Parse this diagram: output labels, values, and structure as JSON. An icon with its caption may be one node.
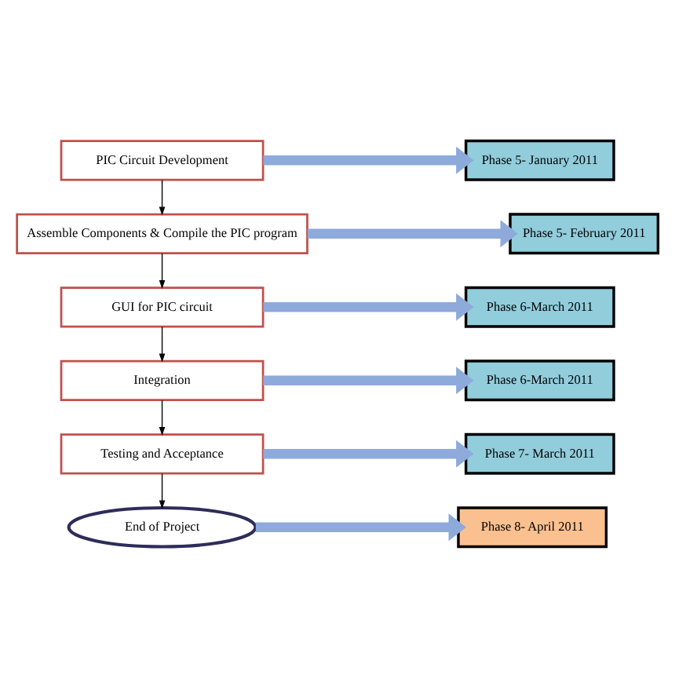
{
  "diagram": {
    "nodes": [
      {
        "text": [
          "PIC Circuit Development"
        ]
      },
      {
        "text": [
          "Phase 5- January 2011"
        ]
      },
      {
        "text": [
          "Assemble Components & Compile the PIC program"
        ]
      },
      {
        "text": [
          "Phase 5- February 2011"
        ]
      },
      {
        "text": [
          "GUI for PIC circuit"
        ]
      },
      {
        "text": [
          "Phase 6-March 2011"
        ]
      },
      {
        "text": [
          "Integration"
        ]
      },
      {
        "text": [
          "Phase 6-March 2011"
        ]
      },
      {
        "text": [
          "Testing and Acceptance"
        ]
      },
      {
        "text": [
          "Phase 7- March 2011"
        ]
      },
      {
        "text": [
          "End of Project"
        ]
      },
      {
        "text": [
          "Phase 8- April 2011"
        ]
      }
    ],
    "edges": [
      {
        "from": 0,
        "to": 2,
        "arrow": "to",
        "color": "#000000"
      },
      {
        "from": 2,
        "to": 4,
        "arrow": "to",
        "color": "#000000"
      },
      {
        "from": 4,
        "to": 6,
        "arrow": "to",
        "color": "#000000"
      },
      {
        "from": 6,
        "to": 8,
        "arrow": "to",
        "color": "#000000"
      },
      {
        "from": 8,
        "to": 10,
        "arrow": "to",
        "color": "#000000"
      },
      {
        "from": 0,
        "to": 1,
        "arrow": "to"
      },
      {
        "from": 2,
        "to": 3,
        "arrow": "to"
      },
      {
        "from": 4,
        "to": 5,
        "arrow": "to"
      },
      {
        "from": 6,
        "to": 7,
        "arrow": "to"
      },
      {
        "from": 8,
        "to": 9,
        "arrow": "to"
      },
      {
        "from": 10,
        "to": 11,
        "arrow": "to"
      }
    ]
  }
}
